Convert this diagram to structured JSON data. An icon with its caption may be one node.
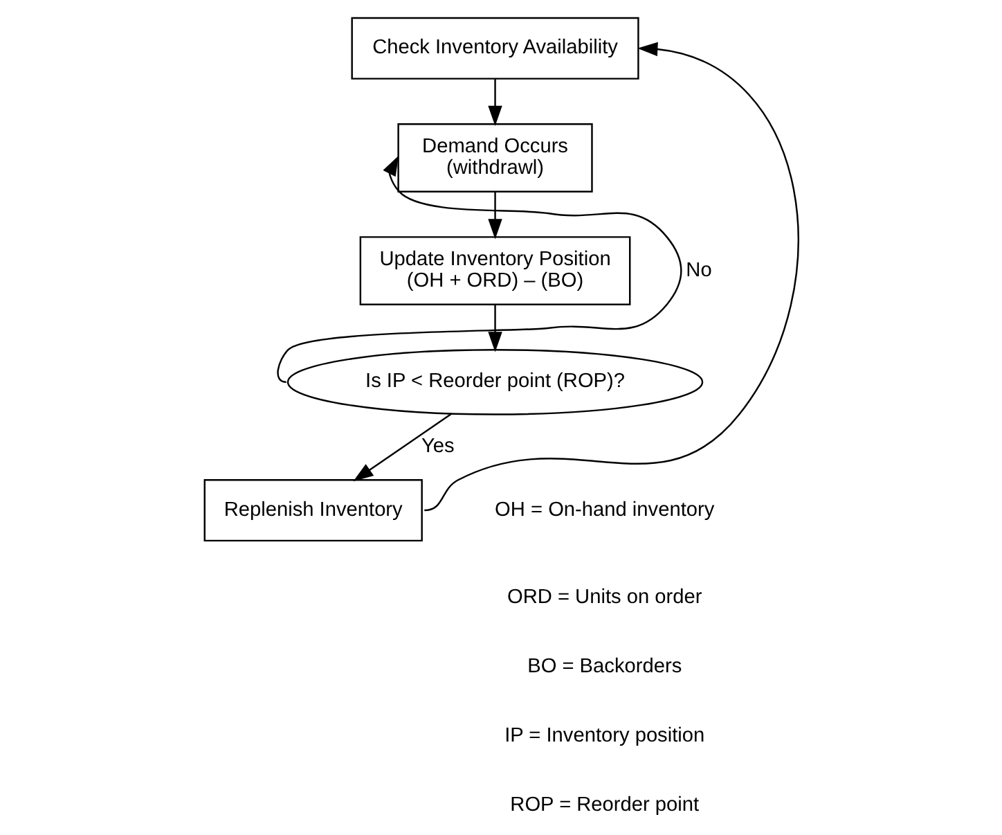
{
  "diagram": {
    "nodes": [
      {
        "text": [
          "Check Inventory Availability"
        ]
      },
      {
        "text": [
          "Demand Occurs",
          "(withdrawl)"
        ]
      },
      {
        "text": [
          "Update Inventory Position",
          "(OH + ORD) – (BO)"
        ]
      },
      {
        "text": [
          "Is IP < Reorder point (ROP)?"
        ]
      },
      {
        "text": [
          "Replenish Inventory"
        ]
      }
    ],
    "edges": [
      {
        "from": 0,
        "to": 1,
        "arrow": "to"
      },
      {
        "from": 1,
        "to": 2,
        "arrow": "to"
      },
      {
        "from": 2,
        "to": 3,
        "arrow": "to"
      },
      {
        "from": 3,
        "to": 1,
        "arrow": "to",
        "label": "No"
      },
      {
        "from": 3,
        "to": 4,
        "arrow": "to",
        "label": "Yes"
      },
      {
        "from": 4,
        "to": 0,
        "arrow": "to"
      }
    ],
    "labels": [
      "OH = On-hand inventory",
      "ORD = Units on order",
      "BO = Backorders",
      "IP = Inventory position",
      "ROP = Reorder point"
    ]
  }
}
